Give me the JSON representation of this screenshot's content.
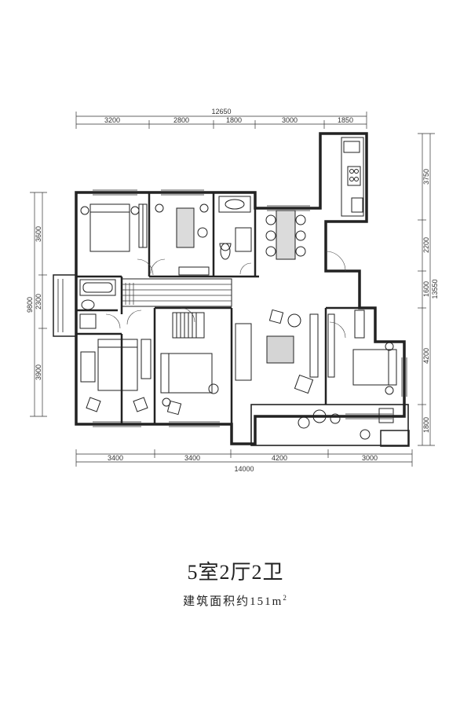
{
  "dimensions": {
    "top_total": "12650",
    "top": [
      "3200",
      "2800",
      "1800",
      "3000",
      "1850"
    ],
    "bottom_total": "14000",
    "bottom": [
      "3400",
      "3400",
      "4200",
      "3000"
    ],
    "left_total": "9800",
    "left": [
      "3600",
      "2300",
      "3900"
    ],
    "right_total": "13550",
    "right": [
      "3750",
      "2200",
      "1600",
      "4200",
      "1800"
    ]
  },
  "layout_title": "5室2厅2卫",
  "area": {
    "label": "建筑面积约151m",
    "sup": "2"
  }
}
